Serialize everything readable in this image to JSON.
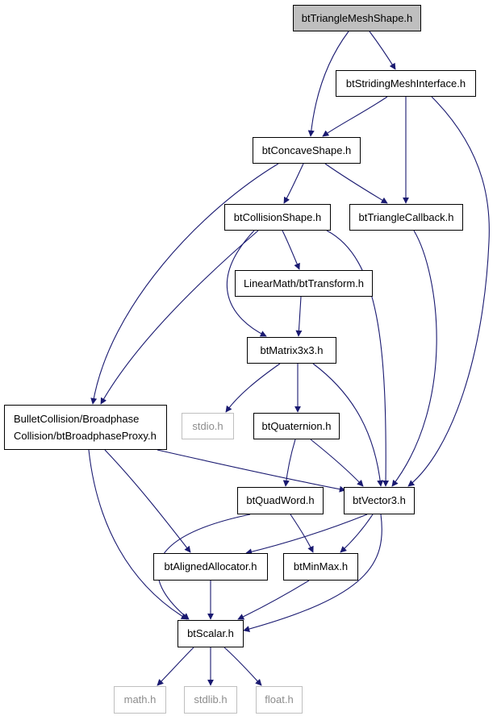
{
  "graph": {
    "edge_color": "#191970",
    "root_fill": "#bfbfbf",
    "nodes": {
      "root": "btTriangleMeshShape.h",
      "striding": "btStridingMeshInterface.h",
      "concave": "btConcaveShape.h",
      "collision": "btCollisionShape.h",
      "tricb": "btTriangleCallback.h",
      "transform": "LinearMath/btTransform.h",
      "matrix": "btMatrix3x3.h",
      "proxy_line1": "BulletCollision/Broadphase",
      "proxy_line2": "Collision/btBroadphaseProxy.h",
      "stdio": "stdio.h",
      "quat": "btQuaternion.h",
      "quadword": "btQuadWord.h",
      "vector3": "btVector3.h",
      "aligned": "btAlignedAllocator.h",
      "minmax": "btMinMax.h",
      "scalar": "btScalar.h",
      "math": "math.h",
      "stdlib": "stdlib.h",
      "float": "float.h"
    },
    "edges": [
      [
        "root",
        "concave"
      ],
      [
        "root",
        "striding"
      ],
      [
        "striding",
        "concave"
      ],
      [
        "striding",
        "tricb"
      ],
      [
        "striding",
        "vector3"
      ],
      [
        "concave",
        "collision"
      ],
      [
        "concave",
        "tricb"
      ],
      [
        "concave",
        "proxy"
      ],
      [
        "collision",
        "transform"
      ],
      [
        "collision",
        "matrix"
      ],
      [
        "collision",
        "proxy"
      ],
      [
        "collision",
        "vector3"
      ],
      [
        "tricb",
        "vector3"
      ],
      [
        "transform",
        "matrix"
      ],
      [
        "matrix",
        "stdio"
      ],
      [
        "matrix",
        "quat"
      ],
      [
        "matrix",
        "vector3"
      ],
      [
        "proxy",
        "vector3"
      ],
      [
        "proxy",
        "aligned"
      ],
      [
        "proxy",
        "scalar"
      ],
      [
        "quat",
        "quadword"
      ],
      [
        "quat",
        "vector3"
      ],
      [
        "quadword",
        "minmax"
      ],
      [
        "quadword",
        "scalar"
      ],
      [
        "vector3",
        "aligned"
      ],
      [
        "vector3",
        "minmax"
      ],
      [
        "vector3",
        "scalar"
      ],
      [
        "aligned",
        "scalar"
      ],
      [
        "minmax",
        "scalar"
      ],
      [
        "scalar",
        "math"
      ],
      [
        "scalar",
        "stdlib"
      ],
      [
        "scalar",
        "float"
      ]
    ]
  }
}
